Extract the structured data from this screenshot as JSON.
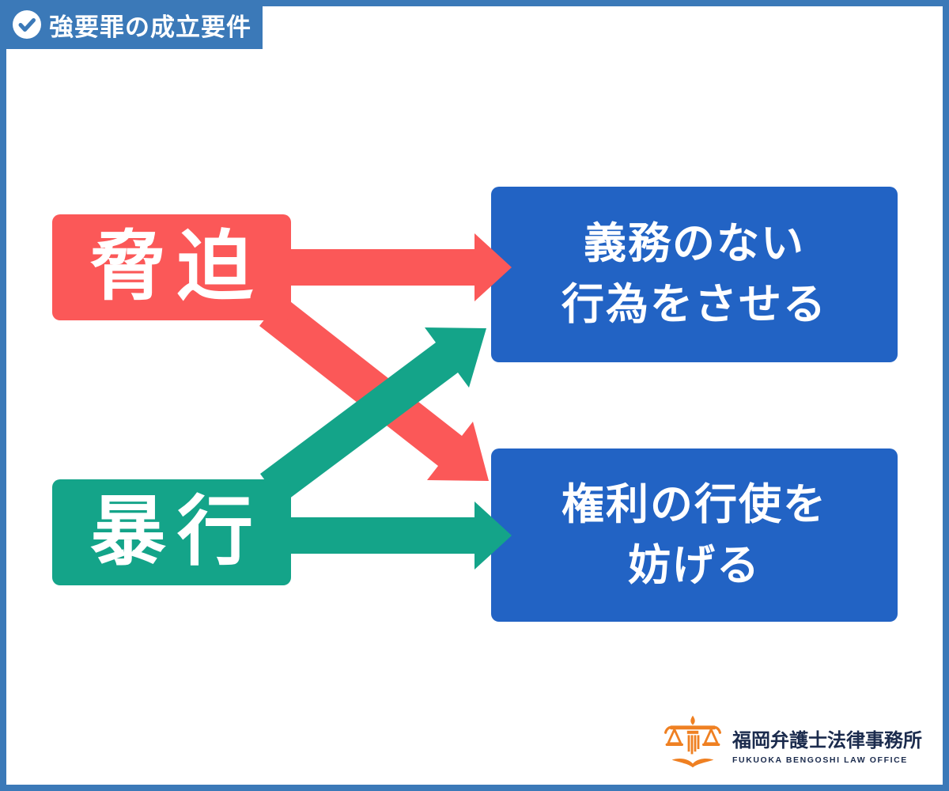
{
  "header": {
    "title": "強要罪の成立要件",
    "icon": "check-circle-icon"
  },
  "colors": {
    "frame_blue": "#3B79B8",
    "target_blue": "#2263C4",
    "threat_red": "#FB5858",
    "assault_green": "#14A489",
    "logo_orange": "#EF8022",
    "logo_navy": "#1B2B4D",
    "text_white": "#FFFFFF"
  },
  "sources": [
    {
      "label": "脅迫",
      "color": "#FB5858"
    },
    {
      "label": "暴行",
      "color": "#14A489"
    }
  ],
  "targets": [
    {
      "line1": "義務のない",
      "line2": "行為をさせる",
      "color": "#2263C4"
    },
    {
      "line1": "権利の行使を",
      "line2": "妨げる",
      "color": "#2263C4"
    }
  ],
  "connections": [
    {
      "from": "脅迫",
      "to": "義務のない行為をさせる",
      "shape": "straight",
      "color": "#FB5858"
    },
    {
      "from": "脅迫",
      "to": "権利の行使を妨げる",
      "shape": "diagonal-down",
      "color": "#FB5858"
    },
    {
      "from": "暴行",
      "to": "義務のない行為をさせる",
      "shape": "diagonal-up",
      "color": "#14A489"
    },
    {
      "from": "暴行",
      "to": "権利の行使を妨げる",
      "shape": "straight",
      "color": "#14A489"
    }
  ],
  "footer": {
    "org_ja": "福岡弁護士法律事務所",
    "org_en": "FUKUOKA BENGOSHI LAW OFFICE",
    "icon": "scales-of-justice-icon"
  }
}
